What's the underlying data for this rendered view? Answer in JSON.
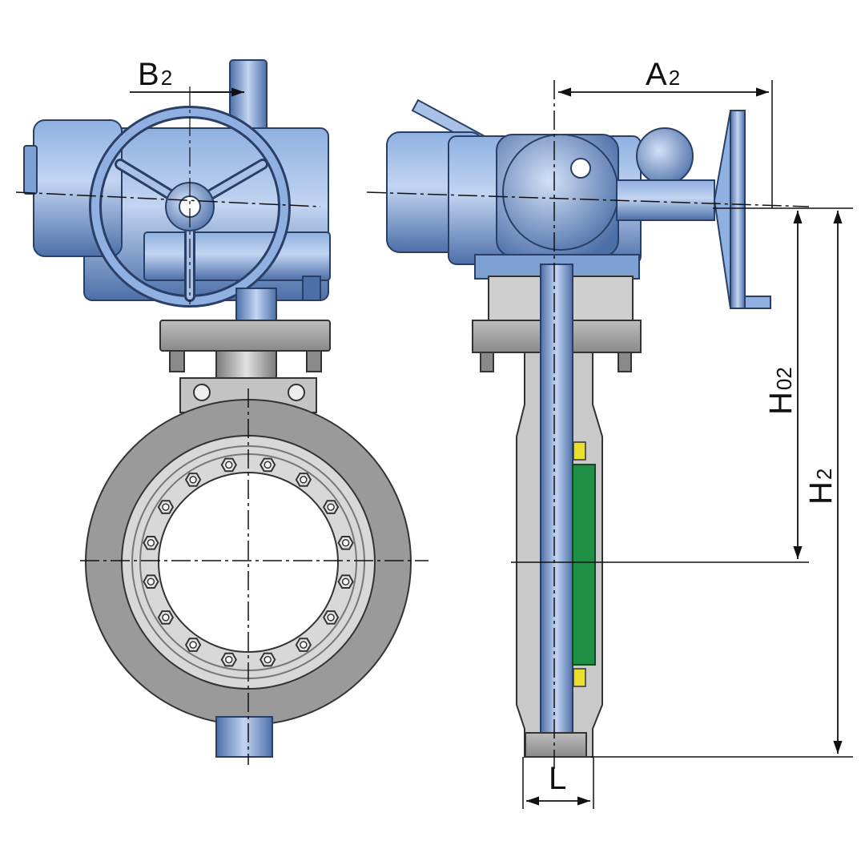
{
  "labels": {
    "b2": {
      "main": "B",
      "sub": "2"
    },
    "a2": {
      "main": "A",
      "sub": "2"
    },
    "h02": {
      "main": "H",
      "sub": "02"
    },
    "h2": {
      "main": "H",
      "sub": "2"
    },
    "l": {
      "main": "L"
    }
  },
  "colors": {
    "actuator_blue": "#6f93c9",
    "actuator_light": "#a9c1e6",
    "actuator_dark": "#3d5f96",
    "body_gray": "#9a9a9a",
    "body_light": "#d6d6d6",
    "body_dark": "#6a6a6a",
    "seal_green": "#1f8f45",
    "seal_yellow": "#e8e02a",
    "line_black": "#111111"
  }
}
